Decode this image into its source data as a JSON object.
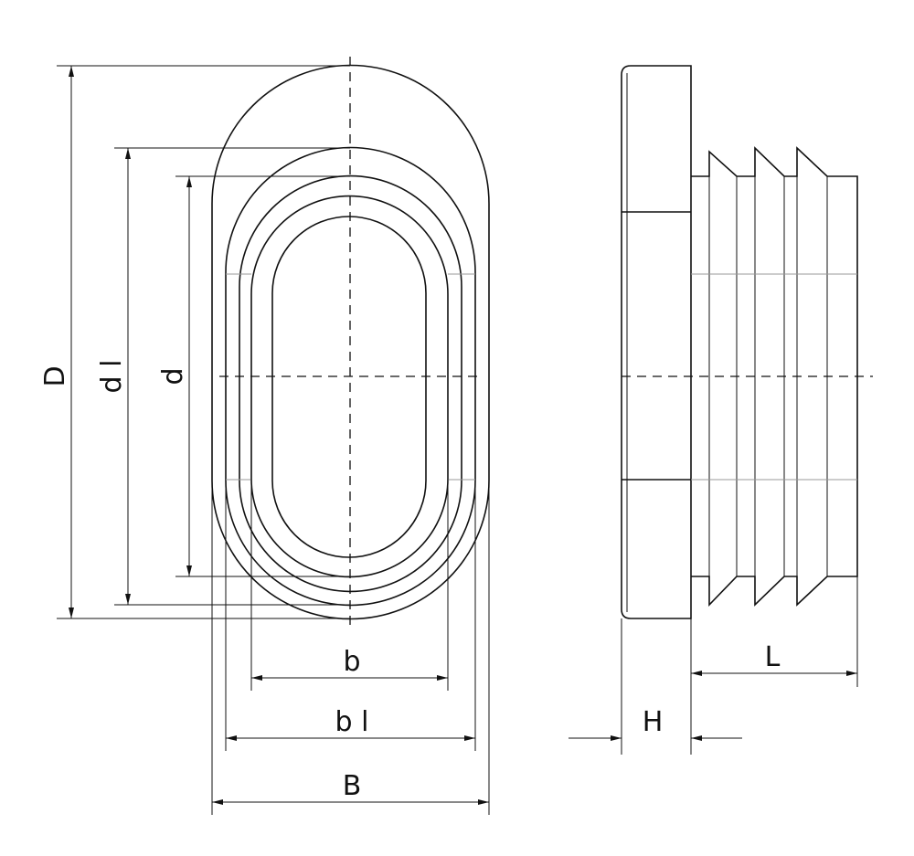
{
  "drawing": {
    "front_view_labels": {
      "D": "D",
      "d1": "d l",
      "d": "d",
      "b": "b",
      "b1": "b l",
      "B": "B"
    },
    "side_view_labels": {
      "H": "H",
      "L": "L"
    }
  }
}
